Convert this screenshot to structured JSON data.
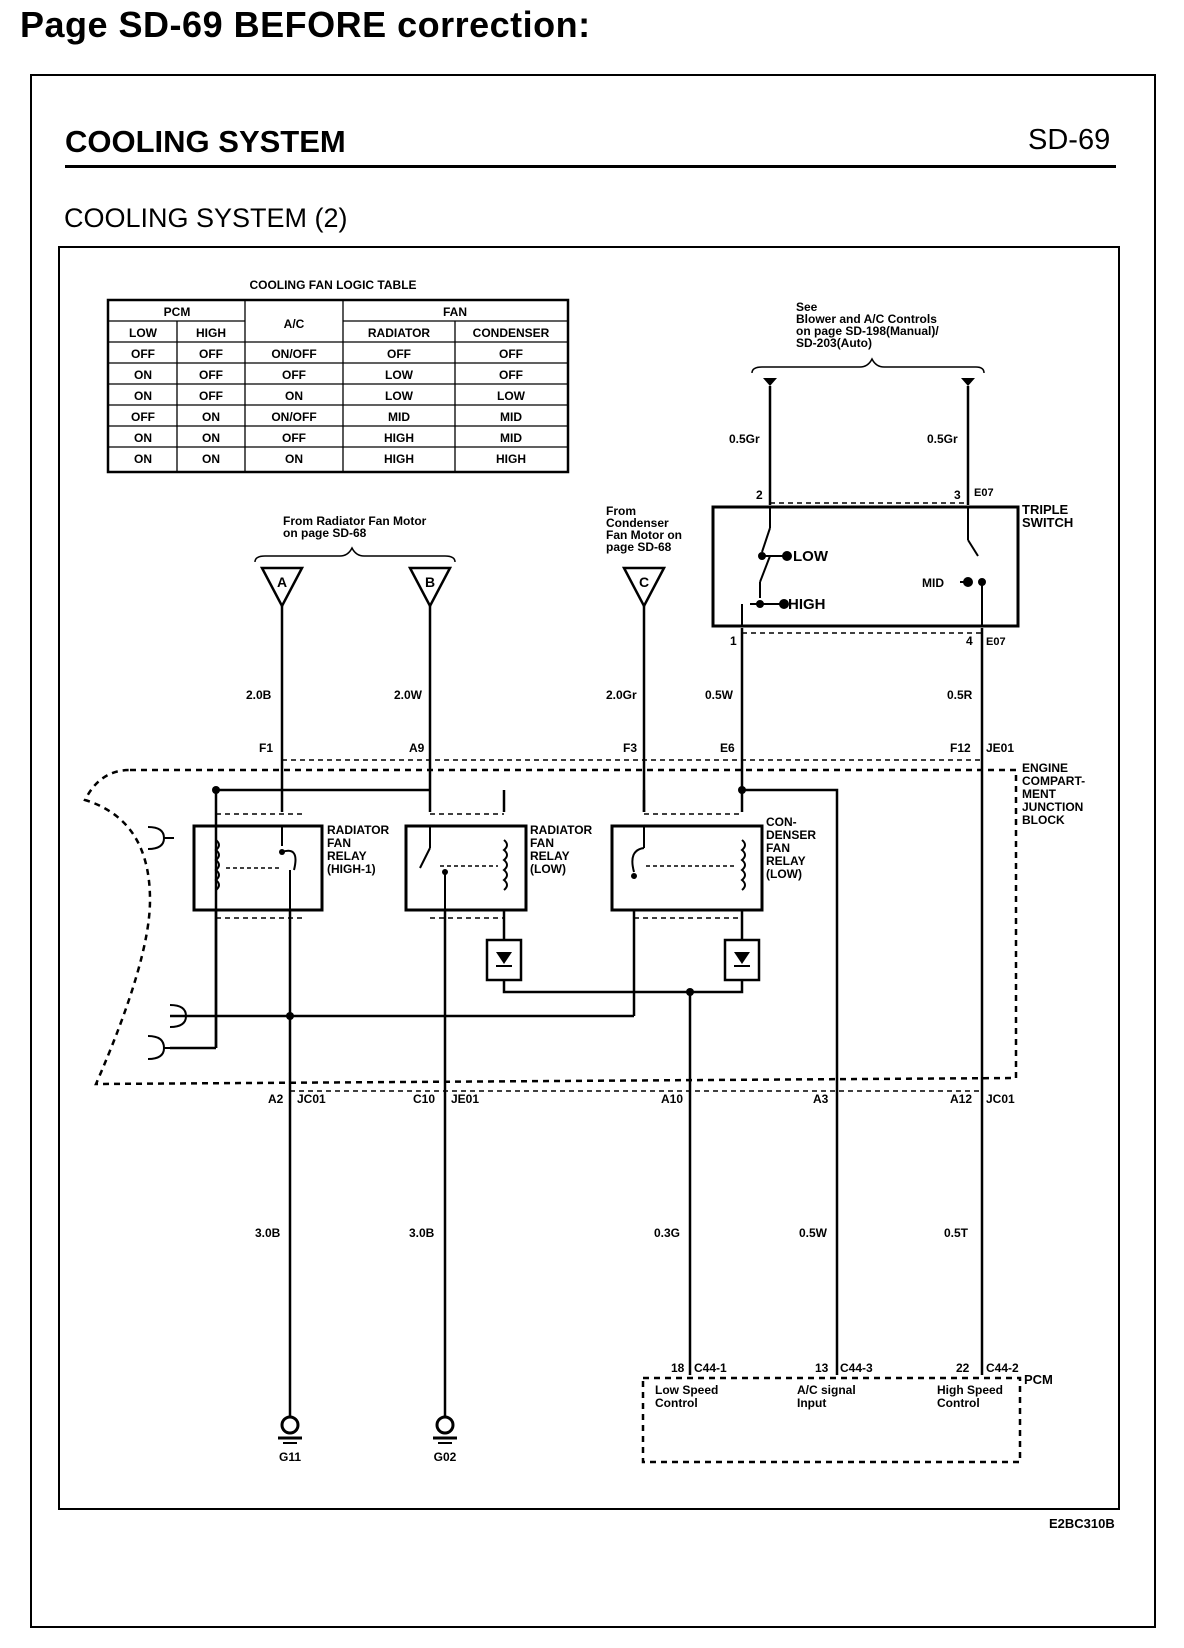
{
  "page_heading": "Page SD-69 BEFORE correction:",
  "section_title": "COOLING SYSTEM",
  "page_code": "SD-69",
  "subtitle": "COOLING SYSTEM (2)",
  "diagram_code": "E2BC310B",
  "logic_table": {
    "title": "COOLING FAN LOGIC TABLE",
    "group_pcm": "PCM",
    "group_ac": "A/C",
    "group_fan": "FAN",
    "sub_low": "LOW",
    "sub_high": "HIGH",
    "sub_radiator": "RADIATOR",
    "sub_condenser": "CONDENSER",
    "rows": [
      [
        "OFF",
        "OFF",
        "ON/OFF",
        "OFF",
        "OFF"
      ],
      [
        "ON",
        "OFF",
        "OFF",
        "LOW",
        "OFF"
      ],
      [
        "ON",
        "OFF",
        "ON",
        "LOW",
        "LOW"
      ],
      [
        "OFF",
        "ON",
        "ON/OFF",
        "MID",
        "MID"
      ],
      [
        "ON",
        "ON",
        "OFF",
        "HIGH",
        "MID"
      ],
      [
        "ON",
        "ON",
        "ON",
        "HIGH",
        "HIGH"
      ]
    ]
  },
  "notes": {
    "see_blower": [
      "See",
      "Blower and A/C Controls",
      "on page SD-198(Manual)/",
      "SD-203(Auto)"
    ],
    "from_radiator": [
      "From Radiator Fan Motor",
      "on page SD-68"
    ],
    "from_condenser": [
      "From",
      "Condenser",
      "Fan Motor on",
      "page SD-68"
    ]
  },
  "connectors": {
    "a": "A",
    "b": "B",
    "c": "C"
  },
  "triple_switch": {
    "label": [
      "TRIPLE",
      "SWITCH"
    ],
    "pin2": "2",
    "pin3": "3",
    "pin1": "1",
    "pin4": "4",
    "conn_top": "E07",
    "conn_bottom": "E07",
    "pos_low": "LOW",
    "pos_high": "HIGH",
    "pos_mid": "MID"
  },
  "wires": {
    "w_05gr_left": "0.5Gr",
    "w_05gr_right": "0.5Gr",
    "w_20b": "2.0B",
    "w_20w": "2.0W",
    "w_20gr": "2.0Gr",
    "w_05w_top": "0.5W",
    "w_05r": "0.5R",
    "w_30b_left": "3.0B",
    "w_30b_right": "3.0B",
    "w_03g": "0.3G",
    "w_05w_bottom": "0.5W",
    "w_05t": "0.5T"
  },
  "junction_block": {
    "label": [
      "ENGINE",
      "COMPART-",
      "MENT",
      "JUNCTION",
      "BLOCK"
    ],
    "top_pins": {
      "f1": "F1",
      "a9": "A9",
      "f3": "F3",
      "e6": "E6",
      "f12": "F12",
      "je01": "JE01"
    },
    "bottom_pins": {
      "a2": "A2",
      "jc01_left": "JC01",
      "c10": "C10",
      "je01": "JE01",
      "a10": "A10",
      "a3": "A3",
      "a12": "A12",
      "jc01_right": "JC01"
    }
  },
  "relays": {
    "rad_high": [
      "RADIATOR",
      "FAN",
      "RELAY",
      "(HIGH-1)"
    ],
    "rad_low": [
      "RADIATOR",
      "FAN",
      "RELAY",
      "(LOW)"
    ],
    "cond": [
      "CON-",
      "DENSER",
      "FAN",
      "RELAY",
      "(LOW)"
    ]
  },
  "pcm": {
    "label": "PCM",
    "pin18": "18",
    "c44_1": "C44-1",
    "pin13": "13",
    "c44_3": "C44-3",
    "pin22": "22",
    "c44_2": "C44-2",
    "low_speed": [
      "Low Speed",
      "Control"
    ],
    "ac_signal": [
      "A/C signal",
      "Input"
    ],
    "high_speed": [
      "High Speed",
      "Control"
    ]
  },
  "grounds": {
    "g11": "G11",
    "g02": "G02"
  }
}
